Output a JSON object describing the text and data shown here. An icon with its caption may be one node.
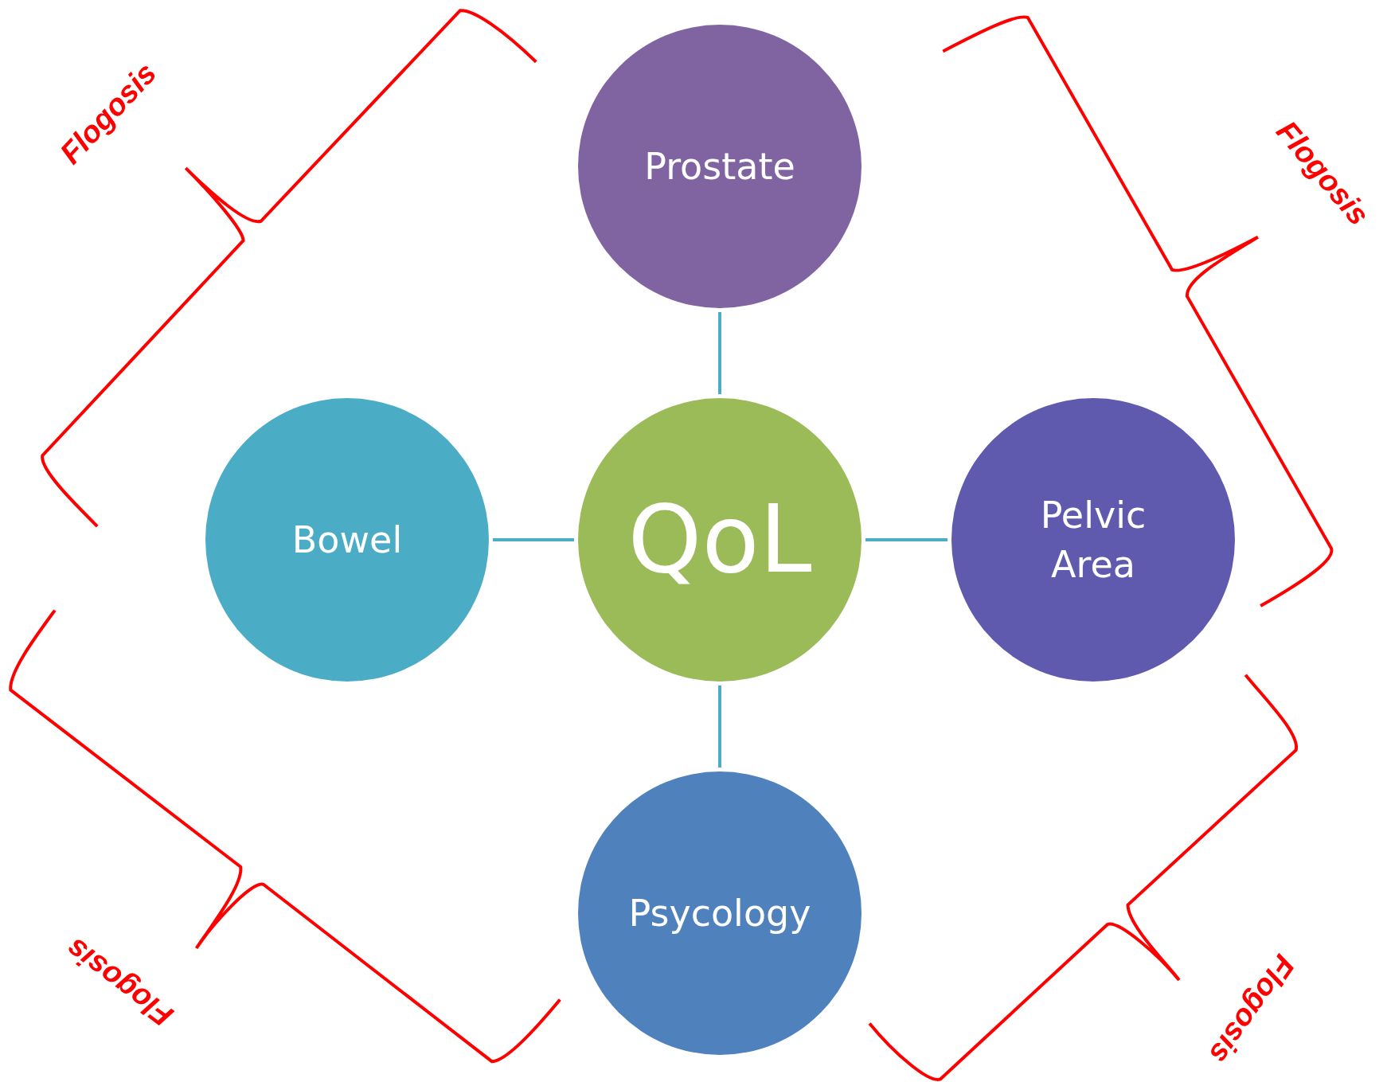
{
  "diagram": {
    "nodes": [
      {
        "text": [
          "Prostate"
        ]
      },
      {
        "text": [
          "Bowel"
        ]
      },
      {
        "text": [
          "QoL"
        ]
      },
      {
        "text": [
          "Pelvic Area"
        ]
      },
      {
        "text": [
          "Psycology"
        ]
      }
    ],
    "edges": [
      {
        "from": 2,
        "to": 0,
        "arrow": "none"
      },
      {
        "from": 2,
        "to": 1,
        "arrow": "none"
      },
      {
        "from": 2,
        "to": 3,
        "arrow": "none"
      },
      {
        "from": 2,
        "to": 4,
        "arrow": "none"
      }
    ],
    "labels": [
      "Flogosis",
      "Flogosis",
      "Flogosis",
      "Flogosis"
    ]
  }
}
